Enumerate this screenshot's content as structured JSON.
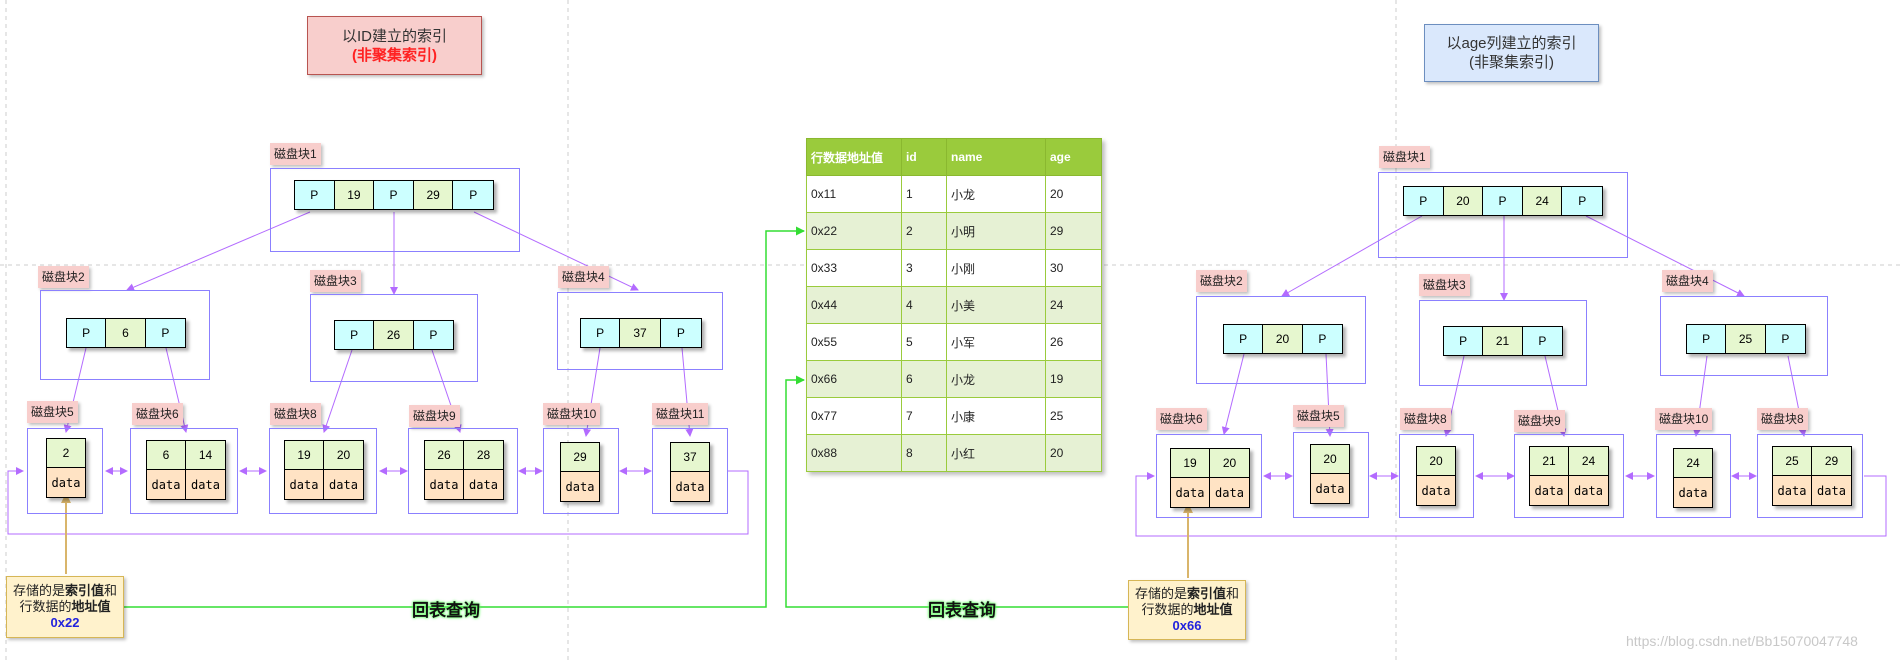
{
  "left_title": {
    "line1": "以ID建立的索引",
    "line2": "(非聚集索引)"
  },
  "right_title": {
    "line1": "以age列建立的索引",
    "line2": "(非聚集索引)"
  },
  "left_tree": {
    "root": {
      "label": "磁盘块1",
      "cells": [
        "P",
        "19",
        "P",
        "29",
        "P"
      ]
    },
    "internal": [
      {
        "label": "磁盘块2",
        "cells": [
          "P",
          "6",
          "P"
        ]
      },
      {
        "label": "磁盘块3",
        "cells": [
          "P",
          "26",
          "P"
        ]
      },
      {
        "label": "磁盘块4",
        "cells": [
          "P",
          "37",
          "P"
        ]
      }
    ],
    "leaves": [
      {
        "label": "磁盘块5",
        "keys": [
          "2"
        ],
        "data": [
          "data"
        ]
      },
      {
        "label": "磁盘块6",
        "keys": [
          "6",
          "14"
        ],
        "data": [
          "data",
          "data"
        ]
      },
      {
        "label": "磁盘块8",
        "keys": [
          "19",
          "20"
        ],
        "data": [
          "data",
          "data"
        ]
      },
      {
        "label": "磁盘块9",
        "keys": [
          "26",
          "28"
        ],
        "data": [
          "data",
          "data"
        ]
      },
      {
        "label": "磁盘块10",
        "keys": [
          "29"
        ],
        "data": [
          "data"
        ]
      },
      {
        "label": "磁盘块11",
        "keys": [
          "37"
        ],
        "data": [
          "data"
        ]
      }
    ]
  },
  "right_tree": {
    "root": {
      "label": "磁盘块1",
      "cells": [
        "P",
        "20",
        "P",
        "24",
        "P"
      ]
    },
    "internal": [
      {
        "label": "磁盘块2",
        "cells": [
          "P",
          "20",
          "P"
        ]
      },
      {
        "label": "磁盘块3",
        "cells": [
          "P",
          "21",
          "P"
        ]
      },
      {
        "label": "磁盘块4",
        "cells": [
          "P",
          "25",
          "P"
        ]
      }
    ],
    "leaves": [
      {
        "label": "磁盘块6",
        "keys": [
          "19",
          "20"
        ],
        "data": [
          "data",
          "data"
        ]
      },
      {
        "label": "磁盘块5",
        "keys": [
          "20"
        ],
        "data": [
          "data"
        ]
      },
      {
        "label": "磁盘块8",
        "keys": [
          "20"
        ],
        "data": [
          "data"
        ]
      },
      {
        "label": "磁盘块9",
        "keys": [
          "21",
          "24"
        ],
        "data": [
          "data",
          "data"
        ]
      },
      {
        "label": "磁盘块10",
        "keys": [
          "24"
        ],
        "data": [
          "data"
        ]
      },
      {
        "label": "磁盘块8",
        "keys": [
          "25",
          "29"
        ],
        "data": [
          "data",
          "data"
        ]
      }
    ]
  },
  "row_table": {
    "headers": [
      "行数据地址值",
      "id",
      "name",
      "age"
    ],
    "rows": [
      [
        "0x11",
        "1",
        "小龙",
        "20"
      ],
      [
        "0x22",
        "2",
        "小明",
        "29"
      ],
      [
        "0x33",
        "3",
        "小刚",
        "30"
      ],
      [
        "0x44",
        "4",
        "小美",
        "24"
      ],
      [
        "0x55",
        "5",
        "小军",
        "26"
      ],
      [
        "0x66",
        "6",
        "小龙",
        "19"
      ],
      [
        "0x77",
        "7",
        "小康",
        "25"
      ],
      [
        "0x88",
        "8",
        "小红",
        "20"
      ]
    ]
  },
  "left_note": {
    "prefix": "存储的是",
    "bold1": "索引值",
    "and": "和",
    "line2_prefix": "行数据的",
    "bold2": "地址值",
    "address": "0x22"
  },
  "right_note": {
    "prefix": "存储的是",
    "bold1": "索引值",
    "and": "和",
    "line2_prefix": "行数据的",
    "bold2": "地址值",
    "address": "0x66"
  },
  "lookup_label_left": "回表查询",
  "lookup_label_right": "回表查询",
  "watermark": "https://blog.csdn.net/Bb15070047748",
  "colors": {
    "pointer_cell": "#ccffff",
    "value_cell": "#e6f7cf",
    "data_cell": "#ffe3c4",
    "block_frame": "#8b80ff",
    "block_label": "#f8cecc",
    "link_arrow": "#b36bff",
    "lookup_arrow": "#33dd33",
    "note_arrow": "#d9b56b",
    "table_header": "#9acb3c",
    "left_title_bg": "#f8cecc",
    "left_title_sub": "#ff2222",
    "right_title_bg": "#dae8fc"
  }
}
